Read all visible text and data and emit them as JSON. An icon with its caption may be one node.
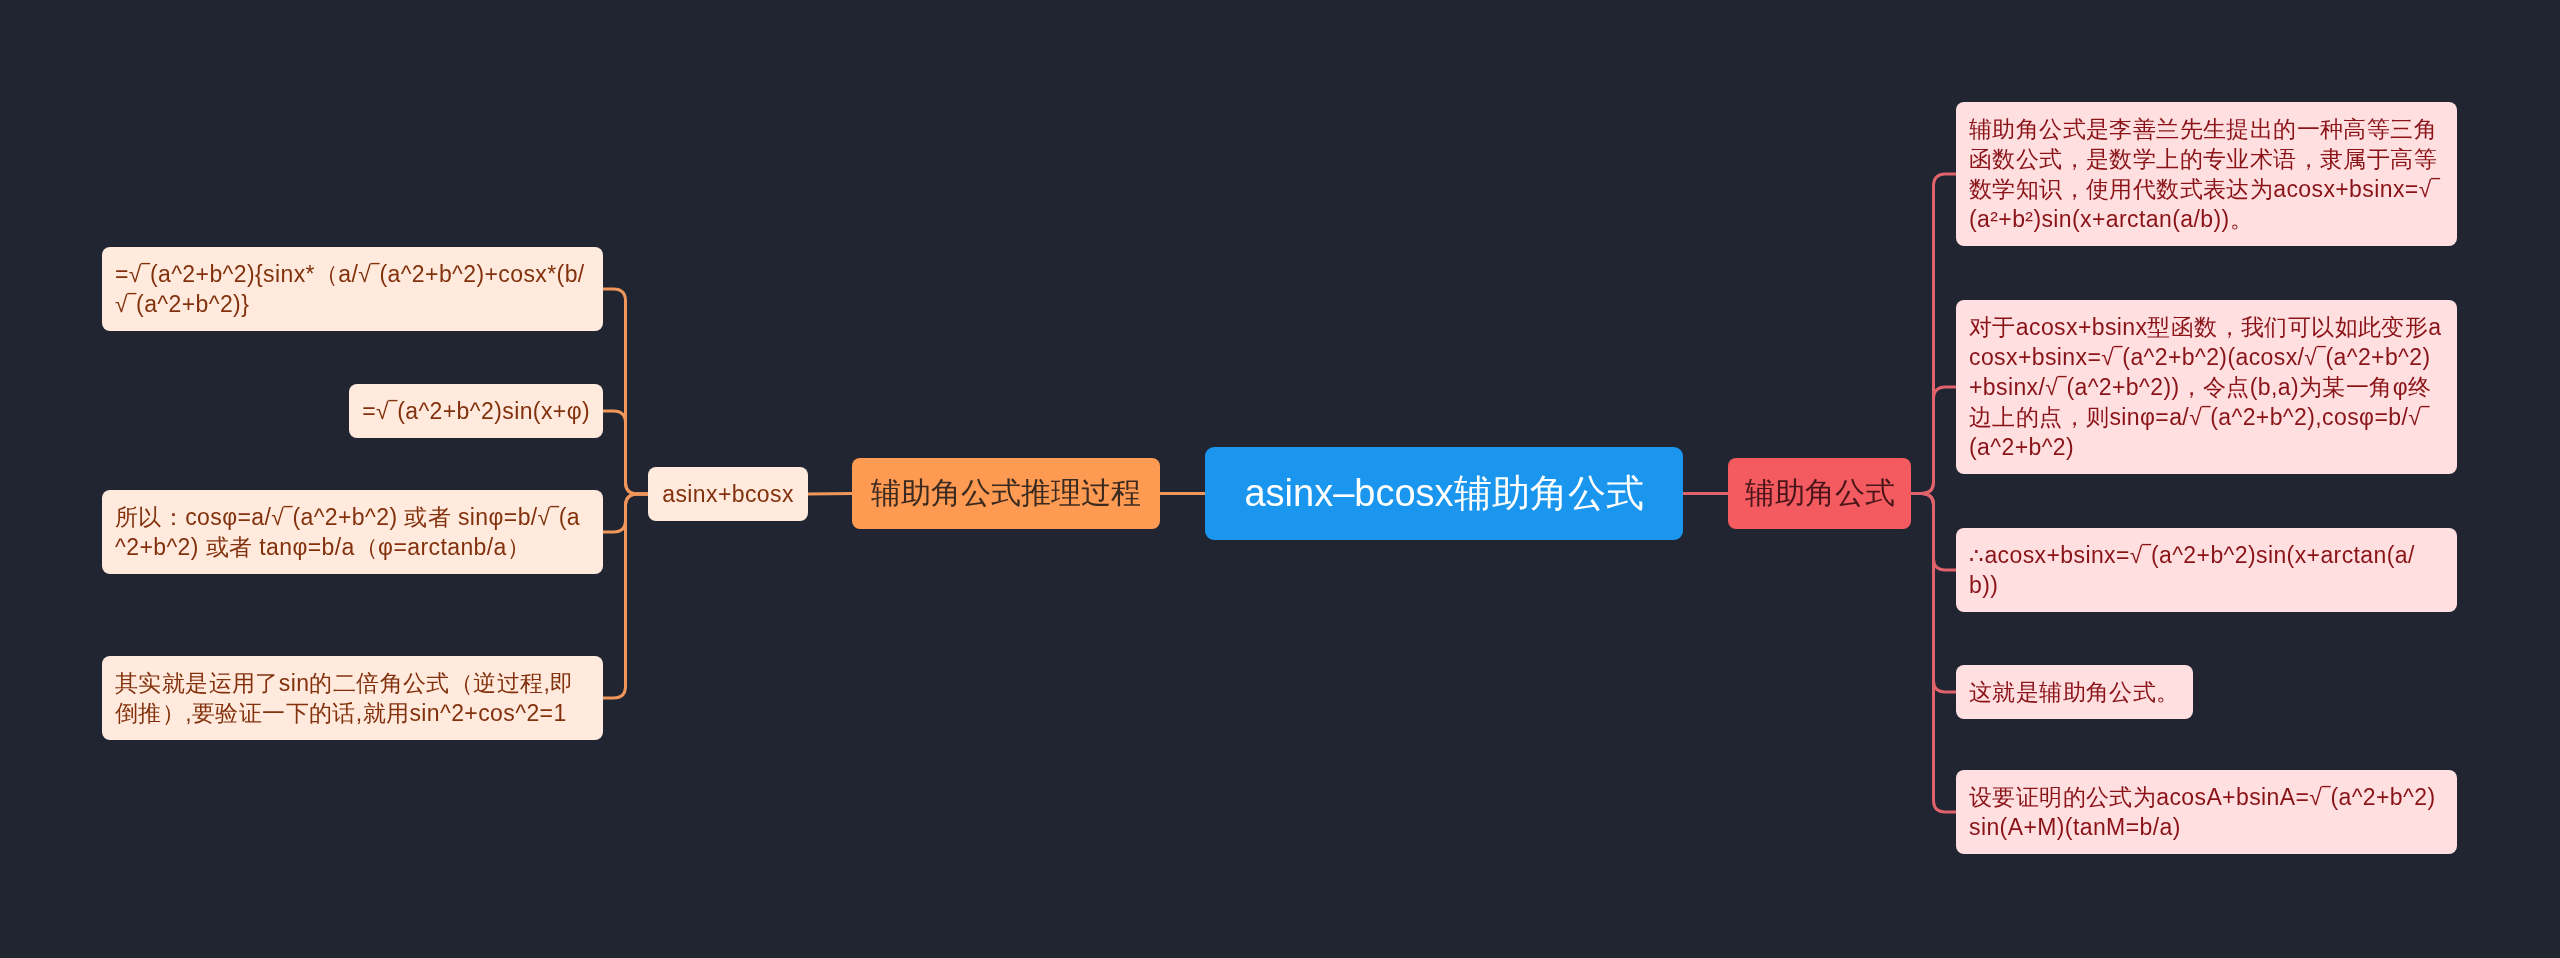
{
  "diagram": {
    "nodes": [
      {
        "text": [
          "asinx–bcosx辅助角公式"
        ]
      },
      {
        "text": [
          "辅助角公式推理过程"
        ]
      },
      {
        "text": [
          "asinx+bcosx"
        ]
      },
      {
        "text": [
          "=√‾(a^2+b^2){sinx*（a/√‾(a^2+b^2)+cosx*(b/√‾(a^2+b^2)}"
        ]
      },
      {
        "text": [
          "=√‾(a^2+b^2)sin(x+φ)"
        ]
      },
      {
        "text": [
          "所以：cosφ=a/√‾(a^2+b^2) 或者 sinφ=b/√‾(a^2+b^2) 或者 tanφ=b/a（φ=arctanb/a）"
        ]
      },
      {
        "text": [
          "其实就是运用了sin的二倍角公式（逆过程,即倒推）,要验证一下的话,就用sin^2+cos^2=1"
        ]
      },
      {
        "text": [
          "辅助角公式"
        ]
      },
      {
        "text": [
          "辅助角公式是李善兰先生提出的一种高等三角函数公式，是数学上的专业术语，隶属于高等数学知识，使用代数式表达为acosx+bsinx=√‾(a²+b²)sin(x+arctan(a/b))。"
        ]
      },
      {
        "text": [
          "对于acosx+bsinx型函数，我们可以如此变形acosx+bsinx=√‾(a^2+b^2)(acosx/√‾(a^2+b^2)+bsinx/√‾(a^2+b^2))，令点(b,a)为某一角φ终边上的点，则sinφ=a/√‾(a^2+b^2),cosφ=b/√‾(a^2+b^2)"
        ]
      },
      {
        "text": [
          "∴acosx+bsinx=√‾(a^2+b^2)sin(x+arctan(a/b))"
        ]
      },
      {
        "text": [
          "这就是辅助角公式。"
        ]
      },
      {
        "text": [
          "设要证明的公式为acosA+bsinA=√‾(a^2+b^2)sin(A+M)(tanM=b/a)"
        ]
      }
    ],
    "edges": [
      {
        "from": 0,
        "to": 1,
        "arrow": "none"
      },
      {
        "from": 1,
        "to": 2,
        "arrow": "none"
      },
      {
        "from": 2,
        "to": 3,
        "arrow": "none"
      },
      {
        "from": 2,
        "to": 4,
        "arrow": "none"
      },
      {
        "from": 2,
        "to": 5,
        "arrow": "none"
      },
      {
        "from": 2,
        "to": 6,
        "arrow": "none"
      },
      {
        "from": 0,
        "to": 7,
        "arrow": "none",
        "color": "#e0626a"
      },
      {
        "from": 7,
        "to": 8,
        "arrow": "none",
        "color": "#e0626a"
      },
      {
        "from": 7,
        "to": 9,
        "arrow": "none",
        "color": "#e0626a"
      },
      {
        "from": 7,
        "to": 10,
        "arrow": "none",
        "color": "#e0626a"
      },
      {
        "from": 7,
        "to": 11,
        "arrow": "none",
        "color": "#e0626a"
      },
      {
        "from": 7,
        "to": 12,
        "arrow": "none",
        "color": "#e0626a"
      }
    ]
  }
}
